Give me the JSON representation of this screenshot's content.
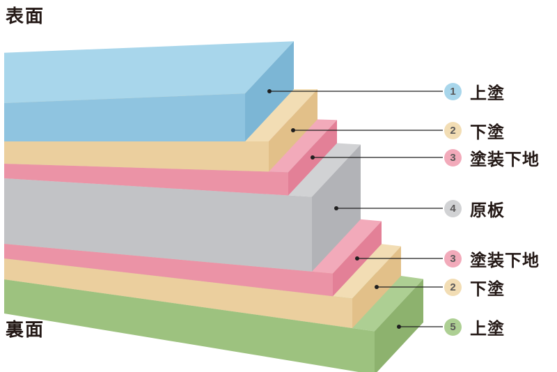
{
  "titles": {
    "front": "表面",
    "back": "裏面"
  },
  "diagram": {
    "line_color": "#1f1f1f",
    "dot_color": "#1f1f1f"
  },
  "layers": [
    {
      "num": "1",
      "name": "上塗",
      "top": "#A8D6EB",
      "front": "#8FC4E0",
      "side": "#7CB6D5"
    },
    {
      "num": "2",
      "name": "下塗",
      "top": "#F2DDB4",
      "front": "#EBCF9E",
      "side": "#E2C089"
    },
    {
      "num": "3",
      "name": "塗装下地",
      "top": "#F2AABA",
      "front": "#EB93A6",
      "side": "#E38097"
    },
    {
      "num": "4",
      "name": "原板",
      "top": "#D1D2D4",
      "front": "#C2C3C6",
      "side": "#B2B3B7"
    },
    {
      "num": "3",
      "name": "塗装下地",
      "top": "#F2AABA",
      "front": "#EB93A6",
      "side": "#E38097"
    },
    {
      "num": "2",
      "name": "下塗",
      "top": "#F2DDB4",
      "front": "#EBCF9E",
      "side": "#E2C089"
    },
    {
      "num": "5",
      "name": "上塗",
      "top": "#ADCF93",
      "front": "#9DC27F",
      "side": "#8DB26E"
    }
  ]
}
